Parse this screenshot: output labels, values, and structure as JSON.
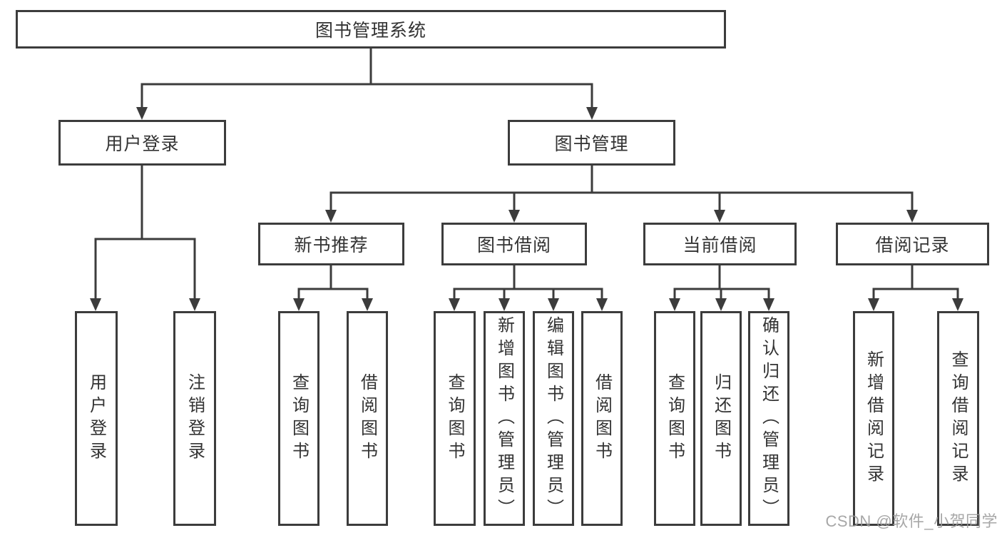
{
  "tree": {
    "root_label": "图书管理系统",
    "login": {
      "label": "用户登录",
      "children": [
        "用户登录",
        "注销登录"
      ]
    },
    "management": {
      "label": "图书管理",
      "sections": [
        {
          "label": "新书推荐",
          "children": [
            "查询图书",
            "借阅图书"
          ]
        },
        {
          "label": "图书借阅",
          "children": [
            "查询图书",
            "新增图书（管理员）",
            "编辑图书（管理员）",
            "借阅图书"
          ]
        },
        {
          "label": "当前借阅",
          "children": [
            "查询图书",
            "归还图书",
            "确认归还（管理员）"
          ]
        },
        {
          "label": "借阅记录",
          "children": [
            "新增借阅记录",
            "查询借阅记录"
          ]
        }
      ]
    }
  },
  "watermark": "CSDN @软件_小贺同学",
  "colors": {
    "line": "#3c3c3c",
    "text": "#333333",
    "watermark": "#9b9b9b"
  }
}
